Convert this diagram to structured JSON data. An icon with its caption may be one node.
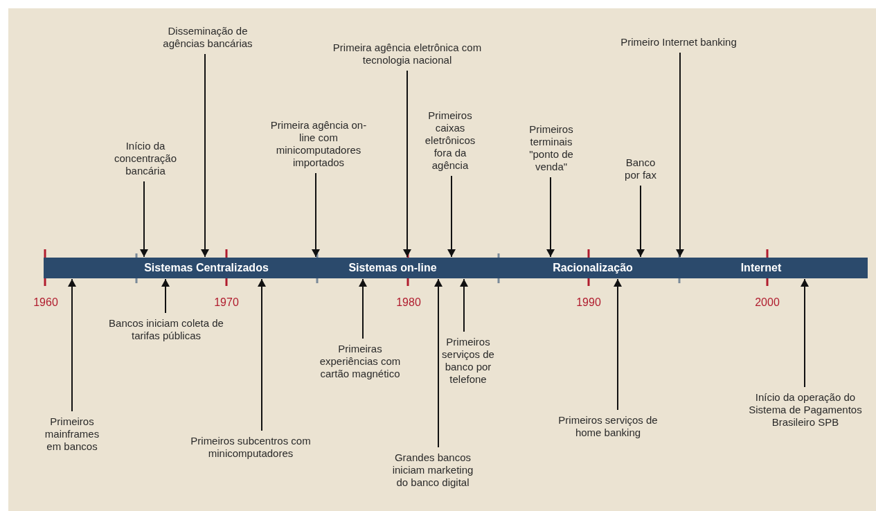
{
  "diagram": {
    "nodes": [
      {
        "text": [
          "Início da concentração bancária"
        ]
      },
      {
        "text": [
          "Disseminação de agências bancárias"
        ]
      },
      {
        "text": [
          "Primeira agência on-line com minicomputadores importados"
        ]
      },
      {
        "text": [
          "Primeira agência eletrônica com tecnologia nacional"
        ]
      },
      {
        "text": [
          "Primeiros caixas eletrônicos fora da agência"
        ]
      },
      {
        "text": [
          "Primeiros terminais \"ponto de venda\""
        ]
      },
      {
        "text": [
          "Banco por fax"
        ]
      },
      {
        "text": [
          "Primeiro Internet banking"
        ]
      },
      {
        "text": [
          "Primeiros mainframes em bancos"
        ]
      },
      {
        "text": [
          "Bancos iniciam coleta de tarifas públicas"
        ]
      },
      {
        "text": [
          "Primeiros subcentros com minicomputadores"
        ]
      },
      {
        "text": [
          "Primeiras experiências com cartão magnético"
        ]
      },
      {
        "text": [
          "Grandes bancos iniciam marketing do banco digital"
        ]
      },
      {
        "text": [
          "Primeiros serviços de banco por telefone"
        ]
      },
      {
        "text": [
          "Primeiros serviços de home banking"
        ]
      },
      {
        "text": [
          "Início da operação do Sistema de Pagamentos Brasileiro SPB"
        ]
      },
      {
        "text": [
          "Sistemas Centralizados",
          "Sistemas on-line",
          "Racionalização",
          "Internet"
        ]
      }
    ],
    "edges": [
      {
        "from": 0,
        "to": 16,
        "arrow": "to"
      },
      {
        "from": 1,
        "to": 16,
        "arrow": "to"
      },
      {
        "from": 2,
        "to": 16,
        "arrow": "to"
      },
      {
        "from": 3,
        "to": 16,
        "arrow": "to"
      },
      {
        "from": 4,
        "to": 16,
        "arrow": "to"
      },
      {
        "from": 5,
        "to": 16,
        "arrow": "to"
      },
      {
        "from": 6,
        "to": 16,
        "arrow": "to"
      },
      {
        "from": 7,
        "to": 16,
        "arrow": "to"
      },
      {
        "from": 8,
        "to": 16,
        "arrow": "to"
      },
      {
        "from": 9,
        "to": 16,
        "arrow": "to"
      },
      {
        "from": 10,
        "to": 16,
        "arrow": "to"
      },
      {
        "from": 11,
        "to": 16,
        "arrow": "to"
      },
      {
        "from": 12,
        "to": 16,
        "arrow": "to"
      },
      {
        "from": 13,
        "to": 16,
        "arrow": "to"
      },
      {
        "from": 14,
        "to": 16,
        "arrow": "to"
      },
      {
        "from": 15,
        "to": 16,
        "arrow": "to"
      }
    ],
    "labels": [
      "1960",
      "1970",
      "1980",
      "1990",
      "2000"
    ]
  }
}
